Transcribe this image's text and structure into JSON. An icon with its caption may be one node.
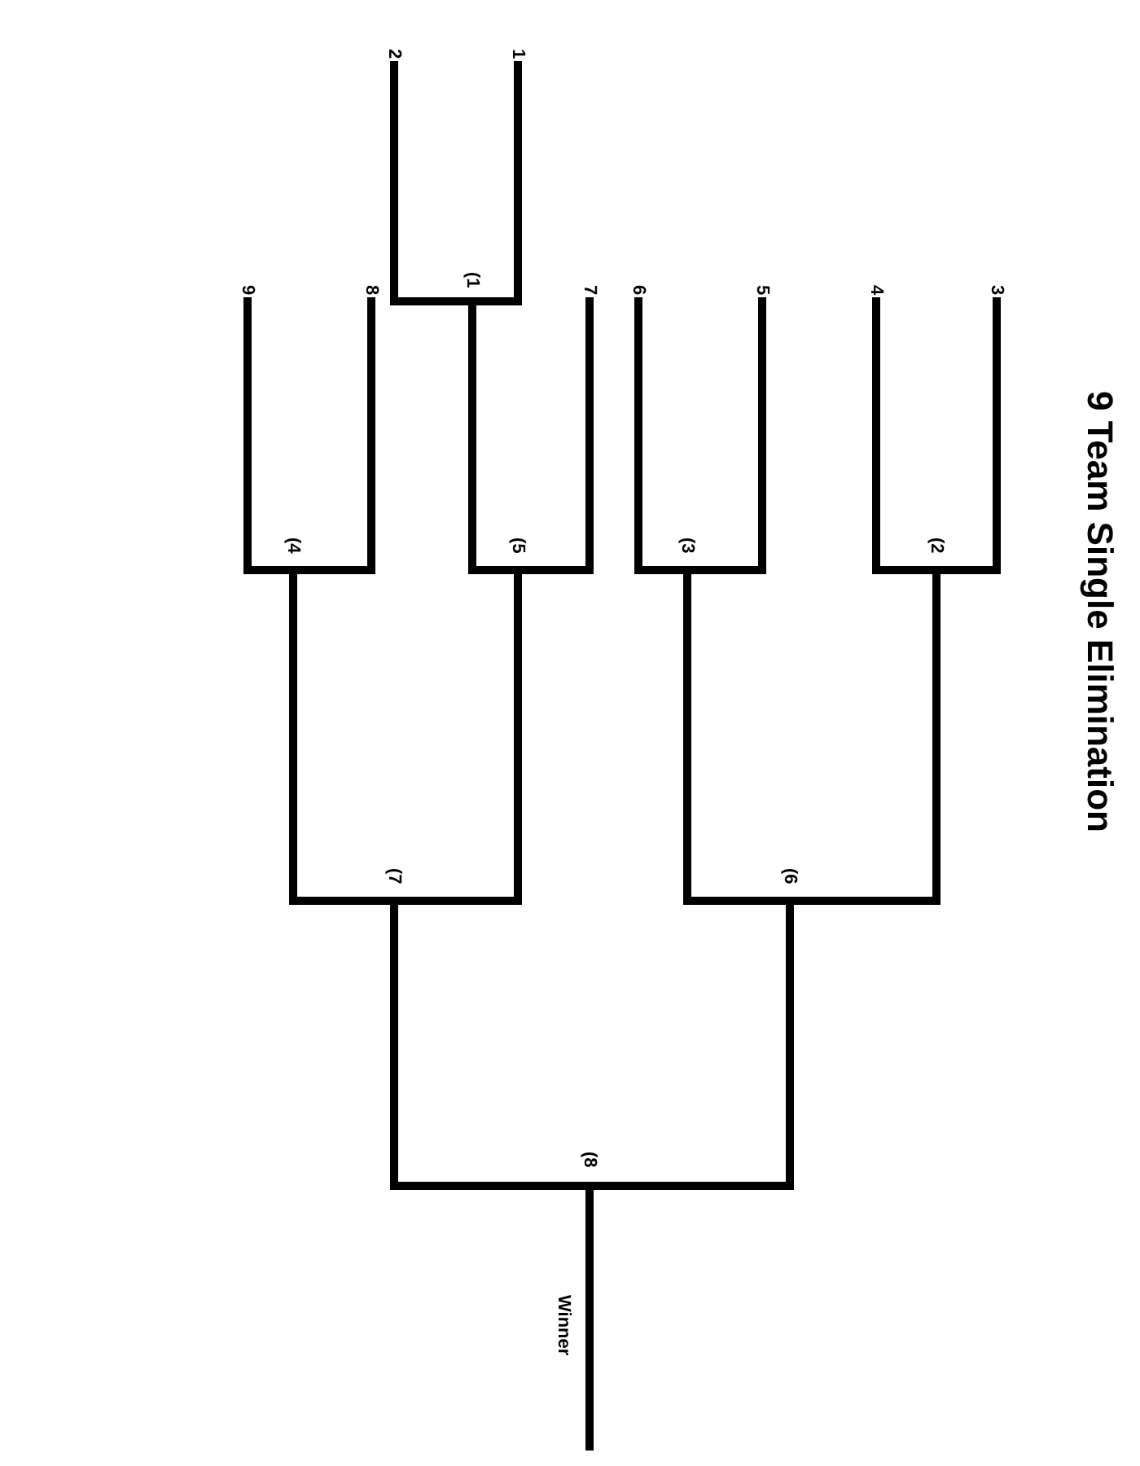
{
  "diagram": {
    "title": "9 Team Single Elimination",
    "labels": [
      "1",
      "2",
      "(1",
      "3",
      "4",
      "5",
      "6",
      "7",
      "8",
      "9",
      "(2",
      "(3",
      "(5",
      "(4",
      "(6",
      "(7",
      "(8",
      "Winner"
    ]
  }
}
